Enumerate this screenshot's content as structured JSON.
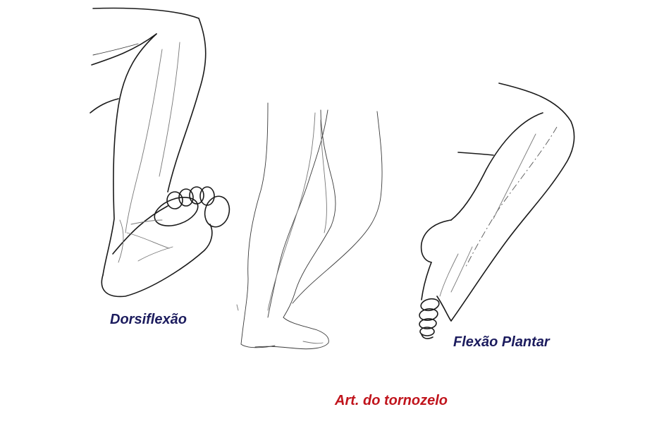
{
  "labels": {
    "dorsiflexion": "Dorsiflexão",
    "plantar_flexion": "Flexão Plantar",
    "caption": "Art. do tornozelo"
  },
  "colors": {
    "label_blue": "#1c1c5e",
    "caption_red": "#c0141c",
    "ink": "#1a1a1a"
  },
  "figures": [
    "leg-dorsiflexion",
    "leg-neutral-standing",
    "leg-plantar-flexion"
  ]
}
